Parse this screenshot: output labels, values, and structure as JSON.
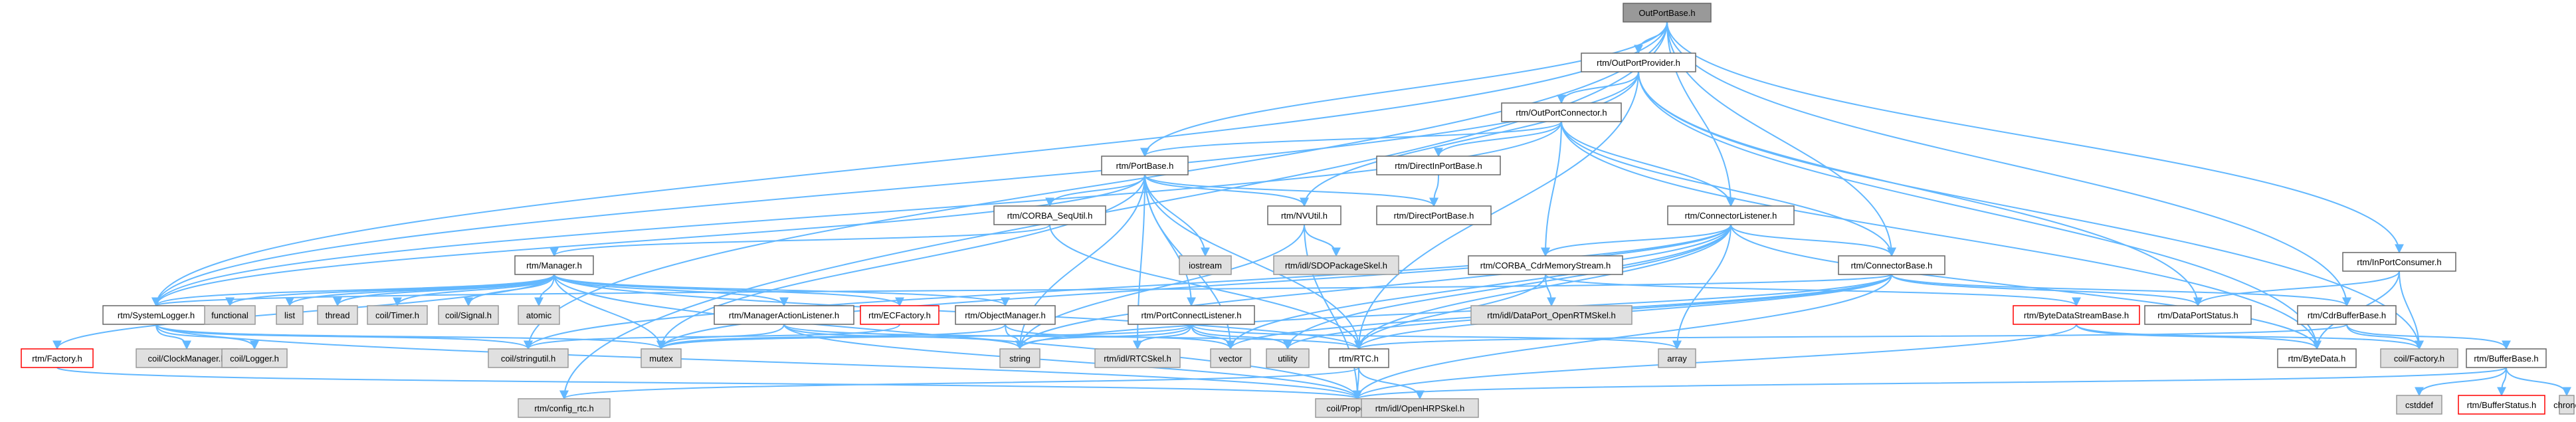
{
  "title": "OutPortBase.h",
  "colors": {
    "root_fill": "#999999",
    "node_fill": "#ffffff",
    "node_border": "#666666",
    "system_fill": "#e0e0e0",
    "system_border": "#999999",
    "missing_border": "#ff0000",
    "edge": "#63b8ff",
    "text": "#000000"
  },
  "nodes": [
    {
      "id": "root",
      "label": "OutPortBase.h",
      "kind": "root"
    },
    {
      "id": "outportprovider",
      "label": "rtm/OutPortProvider.h",
      "kind": "normal"
    },
    {
      "id": "inportconsumer",
      "label": "rtm/InPortConsumer.h",
      "kind": "normal"
    },
    {
      "id": "outportconnector",
      "label": "rtm/OutPortConnector.h",
      "kind": "normal"
    },
    {
      "id": "portbase",
      "label": "rtm/PortBase.h",
      "kind": "normal"
    },
    {
      "id": "directinportbase",
      "label": "rtm/DirectInPortBase.h",
      "kind": "normal"
    },
    {
      "id": "directportbase",
      "label": "rtm/DirectPortBase.h",
      "kind": "normal"
    },
    {
      "id": "connectorlistener",
      "label": "rtm/ConnectorListener.h",
      "kind": "normal"
    },
    {
      "id": "corbasequtil",
      "label": "rtm/CORBA_SeqUtil.h",
      "kind": "normal"
    },
    {
      "id": "nvutil",
      "label": "rtm/NVUtil.h",
      "kind": "normal"
    },
    {
      "id": "iostream",
      "label": "iostream",
      "kind": "system"
    },
    {
      "id": "sdopackage",
      "label": "rtm/idl/SDOPackageSkel.h",
      "kind": "system"
    },
    {
      "id": "manager",
      "label": "rtm/Manager.h",
      "kind": "normal"
    },
    {
      "id": "cdrmemorystream",
      "label": "rtm/CORBA_CdrMemoryStream.h",
      "kind": "normal"
    },
    {
      "id": "dataportopenrtm",
      "label": "rtm/idl/DataPort_OpenRTMSkel.h",
      "kind": "system"
    },
    {
      "id": "connectorbase",
      "label": "rtm/ConnectorBase.h",
      "kind": "normal"
    },
    {
      "id": "systemlogger",
      "label": "rtm/SystemLogger.h",
      "kind": "normal"
    },
    {
      "id": "functional",
      "label": "functional",
      "kind": "system"
    },
    {
      "id": "list",
      "label": "list",
      "kind": "system"
    },
    {
      "id": "thread",
      "label": "thread",
      "kind": "system"
    },
    {
      "id": "coiltimer",
      "label": "coil/Timer.h",
      "kind": "system"
    },
    {
      "id": "coilsignal",
      "label": "coil/Signal.h",
      "kind": "system"
    },
    {
      "id": "atomic",
      "label": "atomic",
      "kind": "system"
    },
    {
      "id": "manageractionlistener",
      "label": "rtm/ManagerActionListener.h",
      "kind": "normal"
    },
    {
      "id": "ecfactory",
      "label": "rtm/ECFactory.h",
      "kind": "missing"
    },
    {
      "id": "objectmanager",
      "label": "rtm/ObjectManager.h",
      "kind": "normal"
    },
    {
      "id": "portconnectlistener",
      "label": "rtm/PortConnectListener.h",
      "kind": "normal"
    },
    {
      "id": "bytedatastreambase",
      "label": "rtm/ByteDataStreamBase.h",
      "kind": "missing"
    },
    {
      "id": "dataportstatus",
      "label": "rtm/DataPortStatus.h",
      "kind": "normal"
    },
    {
      "id": "cdrbufferbase",
      "label": "rtm/CdrBufferBase.h",
      "kind": "normal"
    },
    {
      "id": "coilclockmanager",
      "label": "coil/ClockManager.h",
      "kind": "system"
    },
    {
      "id": "coillogger",
      "label": "coil/Logger.h",
      "kind": "system"
    },
    {
      "id": "rtmfactory",
      "label": "rtm/Factory.h",
      "kind": "missing"
    },
    {
      "id": "coilstringutil",
      "label": "coil/stringutil.h",
      "kind": "system"
    },
    {
      "id": "mutex",
      "label": "mutex",
      "kind": "system"
    },
    {
      "id": "string",
      "label": "string",
      "kind": "system"
    },
    {
      "id": "rtcskel",
      "label": "rtm/idl/RTCSkel.h",
      "kind": "system"
    },
    {
      "id": "vector",
      "label": "vector",
      "kind": "system"
    },
    {
      "id": "utility",
      "label": "utility",
      "kind": "system"
    },
    {
      "id": "rtmrtc",
      "label": "rtm/RTC.h",
      "kind": "normal"
    },
    {
      "id": "array",
      "label": "array",
      "kind": "system"
    },
    {
      "id": "coilfactory",
      "label": "coil/Factory.h",
      "kind": "system"
    },
    {
      "id": "bytedata",
      "label": "rtm/ByteData.h",
      "kind": "normal"
    },
    {
      "id": "bufferbase",
      "label": "rtm/BufferBase.h",
      "kind": "normal"
    },
    {
      "id": "cstddef",
      "label": "cstddef",
      "kind": "system"
    },
    {
      "id": "bufferstatus",
      "label": "rtm/BufferStatus.h",
      "kind": "missing"
    },
    {
      "id": "chrono",
      "label": "chrono",
      "kind": "system"
    },
    {
      "id": "configrtc",
      "label": "rtm/config_rtc.h",
      "kind": "system"
    },
    {
      "id": "coilproperties",
      "label": "coil/Properties.h",
      "kind": "system"
    },
    {
      "id": "openhrpskel",
      "label": "rtm/idl/OpenHRPSkel.h",
      "kind": "system"
    }
  ],
  "edges": [
    [
      "root",
      "outportprovider"
    ],
    [
      "root",
      "portbase"
    ],
    [
      "root",
      "connectorlistener"
    ],
    [
      "root",
      "connectorbase"
    ],
    [
      "root",
      "inportconsumer"
    ],
    [
      "root",
      "cdrbufferbase"
    ],
    [
      "root",
      "systemlogger"
    ],
    [
      "root",
      "coilstringutil"
    ],
    [
      "root",
      "configrtc"
    ],
    [
      "outportprovider",
      "outportconnector"
    ],
    [
      "outportprovider",
      "nvutil"
    ],
    [
      "outportprovider",
      "dataportstatus"
    ],
    [
      "outportprovider",
      "bytedata"
    ],
    [
      "outportprovider",
      "coilfactory"
    ],
    [
      "outportprovider",
      "systemlogger"
    ],
    [
      "outportprovider",
      "rtmrtc"
    ],
    [
      "inportconsumer",
      "dataportstatus"
    ],
    [
      "inportconsumer",
      "bytedata"
    ],
    [
      "inportconsumer",
      "coilfactory"
    ],
    [
      "outportconnector",
      "portbase"
    ],
    [
      "outportconnector",
      "directinportbase"
    ],
    [
      "outportconnector",
      "connectorlistener"
    ],
    [
      "outportconnector",
      "cdrmemorystream"
    ],
    [
      "outportconnector",
      "connectorbase"
    ],
    [
      "outportconnector",
      "systemlogger"
    ],
    [
      "outportconnector",
      "bytedata"
    ],
    [
      "portbase",
      "corbasequtil"
    ],
    [
      "portbase",
      "nvutil"
    ],
    [
      "portbase",
      "iostream"
    ],
    [
      "portbase",
      "directportbase"
    ],
    [
      "portbase",
      "portconnectlistener"
    ],
    [
      "portbase",
      "systemlogger"
    ],
    [
      "portbase",
      "rtcskel"
    ],
    [
      "portbase",
      "mutex"
    ],
    [
      "portbase",
      "string"
    ],
    [
      "portbase",
      "vector"
    ],
    [
      "portbase",
      "rtmrtc"
    ],
    [
      "directinportbase",
      "directportbase"
    ],
    [
      "corbasequtil",
      "manager"
    ],
    [
      "corbasequtil",
      "rtmrtc"
    ],
    [
      "nvutil",
      "sdopackage"
    ],
    [
      "nvutil",
      "string"
    ],
    [
      "nvutil",
      "coilproperties"
    ],
    [
      "connectorlistener",
      "connectorbase"
    ],
    [
      "connectorlistener",
      "cdrmemorystream"
    ],
    [
      "connectorlistener",
      "coilstringutil"
    ],
    [
      "connectorlistener",
      "mutex"
    ],
    [
      "connectorlistener",
      "string"
    ],
    [
      "connectorlistener",
      "vector"
    ],
    [
      "connectorlistener",
      "utility"
    ],
    [
      "connectorlistener",
      "rtmrtc"
    ],
    [
      "connectorlistener",
      "array"
    ],
    [
      "connectorlistener",
      "bytedata"
    ],
    [
      "cdrmemorystream",
      "dataportopenrtm"
    ],
    [
      "cdrmemorystream",
      "bytedatastreambase"
    ],
    [
      "cdrmemorystream",
      "rtmrtc"
    ],
    [
      "connectorbase",
      "dataportstatus"
    ],
    [
      "connectorbase",
      "cdrbufferbase"
    ],
    [
      "connectorbase",
      "coilproperties"
    ],
    [
      "connectorbase",
      "string"
    ],
    [
      "connectorbase",
      "vector"
    ],
    [
      "connectorbase",
      "utility"
    ],
    [
      "connectorbase",
      "rtmrtc"
    ],
    [
      "connectorbase",
      "systemlogger"
    ],
    [
      "manager",
      "systemlogger"
    ],
    [
      "manager",
      "functional"
    ],
    [
      "manager",
      "list"
    ],
    [
      "manager",
      "thread"
    ],
    [
      "manager",
      "coiltimer"
    ],
    [
      "manager",
      "coilsignal"
    ],
    [
      "manager",
      "atomic"
    ],
    [
      "manager",
      "manageractionlistener"
    ],
    [
      "manager",
      "ecfactory"
    ],
    [
      "manager",
      "objectmanager"
    ],
    [
      "manager",
      "mutex"
    ],
    [
      "manager",
      "rtmrtc"
    ],
    [
      "manager",
      "coilproperties"
    ],
    [
      "manager",
      "rtmfactory"
    ],
    [
      "systemlogger",
      "coilclockmanager"
    ],
    [
      "systemlogger",
      "coillogger"
    ],
    [
      "systemlogger",
      "coilstringutil"
    ],
    [
      "systemlogger",
      "mutex"
    ],
    [
      "systemlogger",
      "coilproperties"
    ],
    [
      "manageractionlistener",
      "string"
    ],
    [
      "manageractionlistener",
      "rtmrtc"
    ],
    [
      "manageractionlistener",
      "coilproperties"
    ],
    [
      "manageractionlistener",
      "mutex"
    ],
    [
      "ecfactory",
      "coilstringutil"
    ],
    [
      "objectmanager",
      "string"
    ],
    [
      "objectmanager",
      "vector"
    ],
    [
      "objectmanager",
      "mutex"
    ],
    [
      "portconnectlistener",
      "rtcskel"
    ],
    [
      "portconnectlistener",
      "vector"
    ],
    [
      "portconnectlistener",
      "utility"
    ],
    [
      "portconnectlistener",
      "mutex"
    ],
    [
      "portconnectlistener",
      "array"
    ],
    [
      "portconnectlistener",
      "string"
    ],
    [
      "bytedatastreambase",
      "coilproperties"
    ],
    [
      "bytedatastreambase",
      "coilfactory"
    ],
    [
      "bytedatastreambase",
      "bytedata"
    ],
    [
      "cdrbufferbase",
      "bufferbase"
    ],
    [
      "cdrbufferbase",
      "coilfactory"
    ],
    [
      "cdrbufferbase",
      "rtmrtc"
    ],
    [
      "bufferbase",
      "cstddef"
    ],
    [
      "bufferbase",
      "bufferstatus"
    ],
    [
      "bufferbase",
      "chrono"
    ],
    [
      "bufferbase",
      "coilproperties"
    ],
    [
      "rtmrtc",
      "configrtc"
    ],
    [
      "rtmrtc",
      "coilproperties"
    ],
    [
      "rtmrtc",
      "openhrpskel"
    ],
    [
      "rtmfactory",
      "coilproperties"
    ]
  ]
}
